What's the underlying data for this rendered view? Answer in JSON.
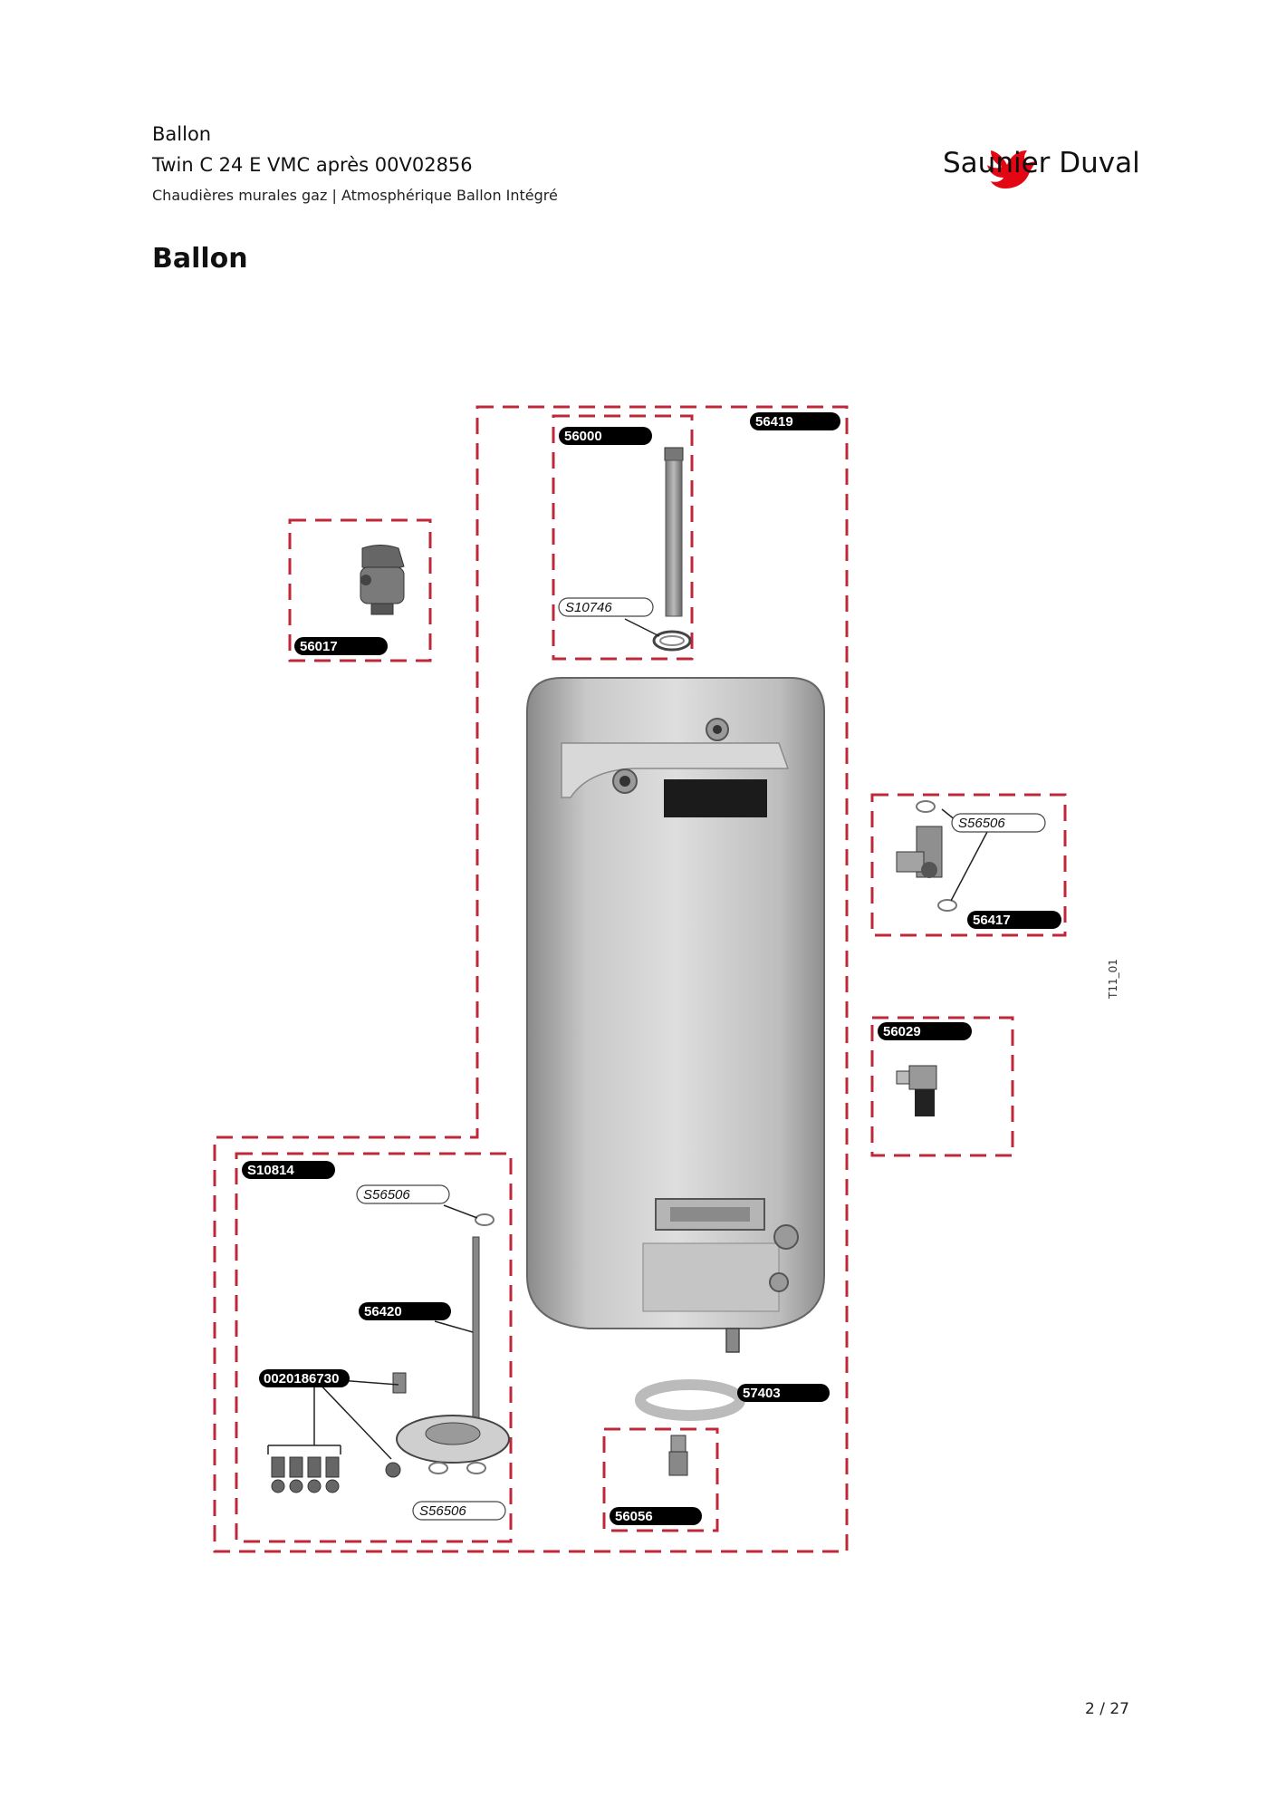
{
  "header": {
    "line1": "Ballon",
    "line2": "Twin C 24 E VMC après 00V02856",
    "line3": "Chaudières murales gaz | Atmosphérique Ballon Intégré"
  },
  "brand": {
    "name": "Saunier Duval",
    "color": "#e30613"
  },
  "page_title": "Ballon",
  "diagram": {
    "reference": "T11_01",
    "labels": {
      "p56419": "56419",
      "p56000": "56000",
      "pS10746": "S10746",
      "p56017": "56017",
      "pS56506_right": "S56506",
      "p56417": "56417",
      "p56029": "56029",
      "pS10814": "S10814",
      "pS56506_top": "S56506",
      "p56420": "56420",
      "p0020186730": "0020186730",
      "pS56506_bottom": "S56506",
      "p57403": "57403",
      "p56056": "56056"
    },
    "colors": {
      "dash": "#c0283a",
      "label_bg": "#000000"
    }
  },
  "footer": {
    "page": "2 / 27"
  }
}
